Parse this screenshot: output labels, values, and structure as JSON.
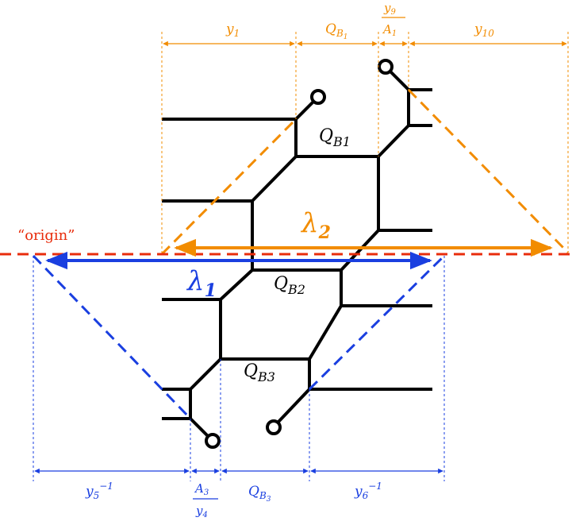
{
  "colors": {
    "orange": "#F28C00",
    "blue": "#1A3FE0",
    "red": "#E82C0C",
    "black": "#000000"
  },
  "origin_label": "“origin”",
  "loop_labels": {
    "qb1": {
      "main": "Q",
      "sub": "B1"
    },
    "qb2": {
      "main": "Q",
      "sub": "B2"
    },
    "qb3": {
      "main": "Q",
      "sub": "B3"
    }
  },
  "lambda_labels": {
    "l1": {
      "main": "λ",
      "sub": "1"
    },
    "l2": {
      "main": "λ",
      "sub": "2"
    }
  },
  "top_dimensions": {
    "y1": {
      "main": "y",
      "sub": "1"
    },
    "qb1": {
      "main": "Q",
      "sub": "B",
      "subsub": "1"
    },
    "frac": {
      "num_main": "y",
      "num_sub": "9",
      "den_main": "A",
      "den_sub": "1"
    },
    "y10": {
      "main": "y",
      "sub": "10"
    }
  },
  "bottom_dimensions": {
    "y5inv": {
      "main": "y",
      "sub": "5",
      "sup": "−1"
    },
    "frac": {
      "num_main": "A",
      "num_sub": "3",
      "den_main": "y",
      "den_sub": "4"
    },
    "qb3": {
      "main": "Q",
      "sub": "B",
      "subsub": "3"
    },
    "y6inv": {
      "main": "y",
      "sub": "6",
      "sup": "−1"
    }
  }
}
